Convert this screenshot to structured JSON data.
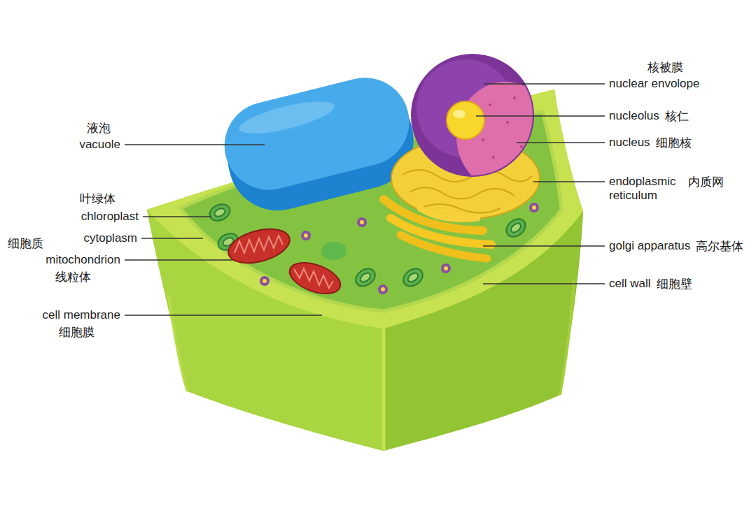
{
  "diagram": {
    "labels": [
      "核被膜",
      "nuclear envolope",
      "nucleolus",
      "核仁",
      "nucleus",
      "细胞核",
      "endoplasmic reticulum",
      "内质网",
      "golgi apparatus",
      "高尔基体",
      "cell wall",
      "细胞壁",
      "液泡",
      "vacuole",
      "叶绿体",
      "chloroplast",
      "细胞质",
      "cytoplasm",
      "mitochondrion",
      "线粒体",
      "cell membrane",
      "细胞膜"
    ]
  }
}
